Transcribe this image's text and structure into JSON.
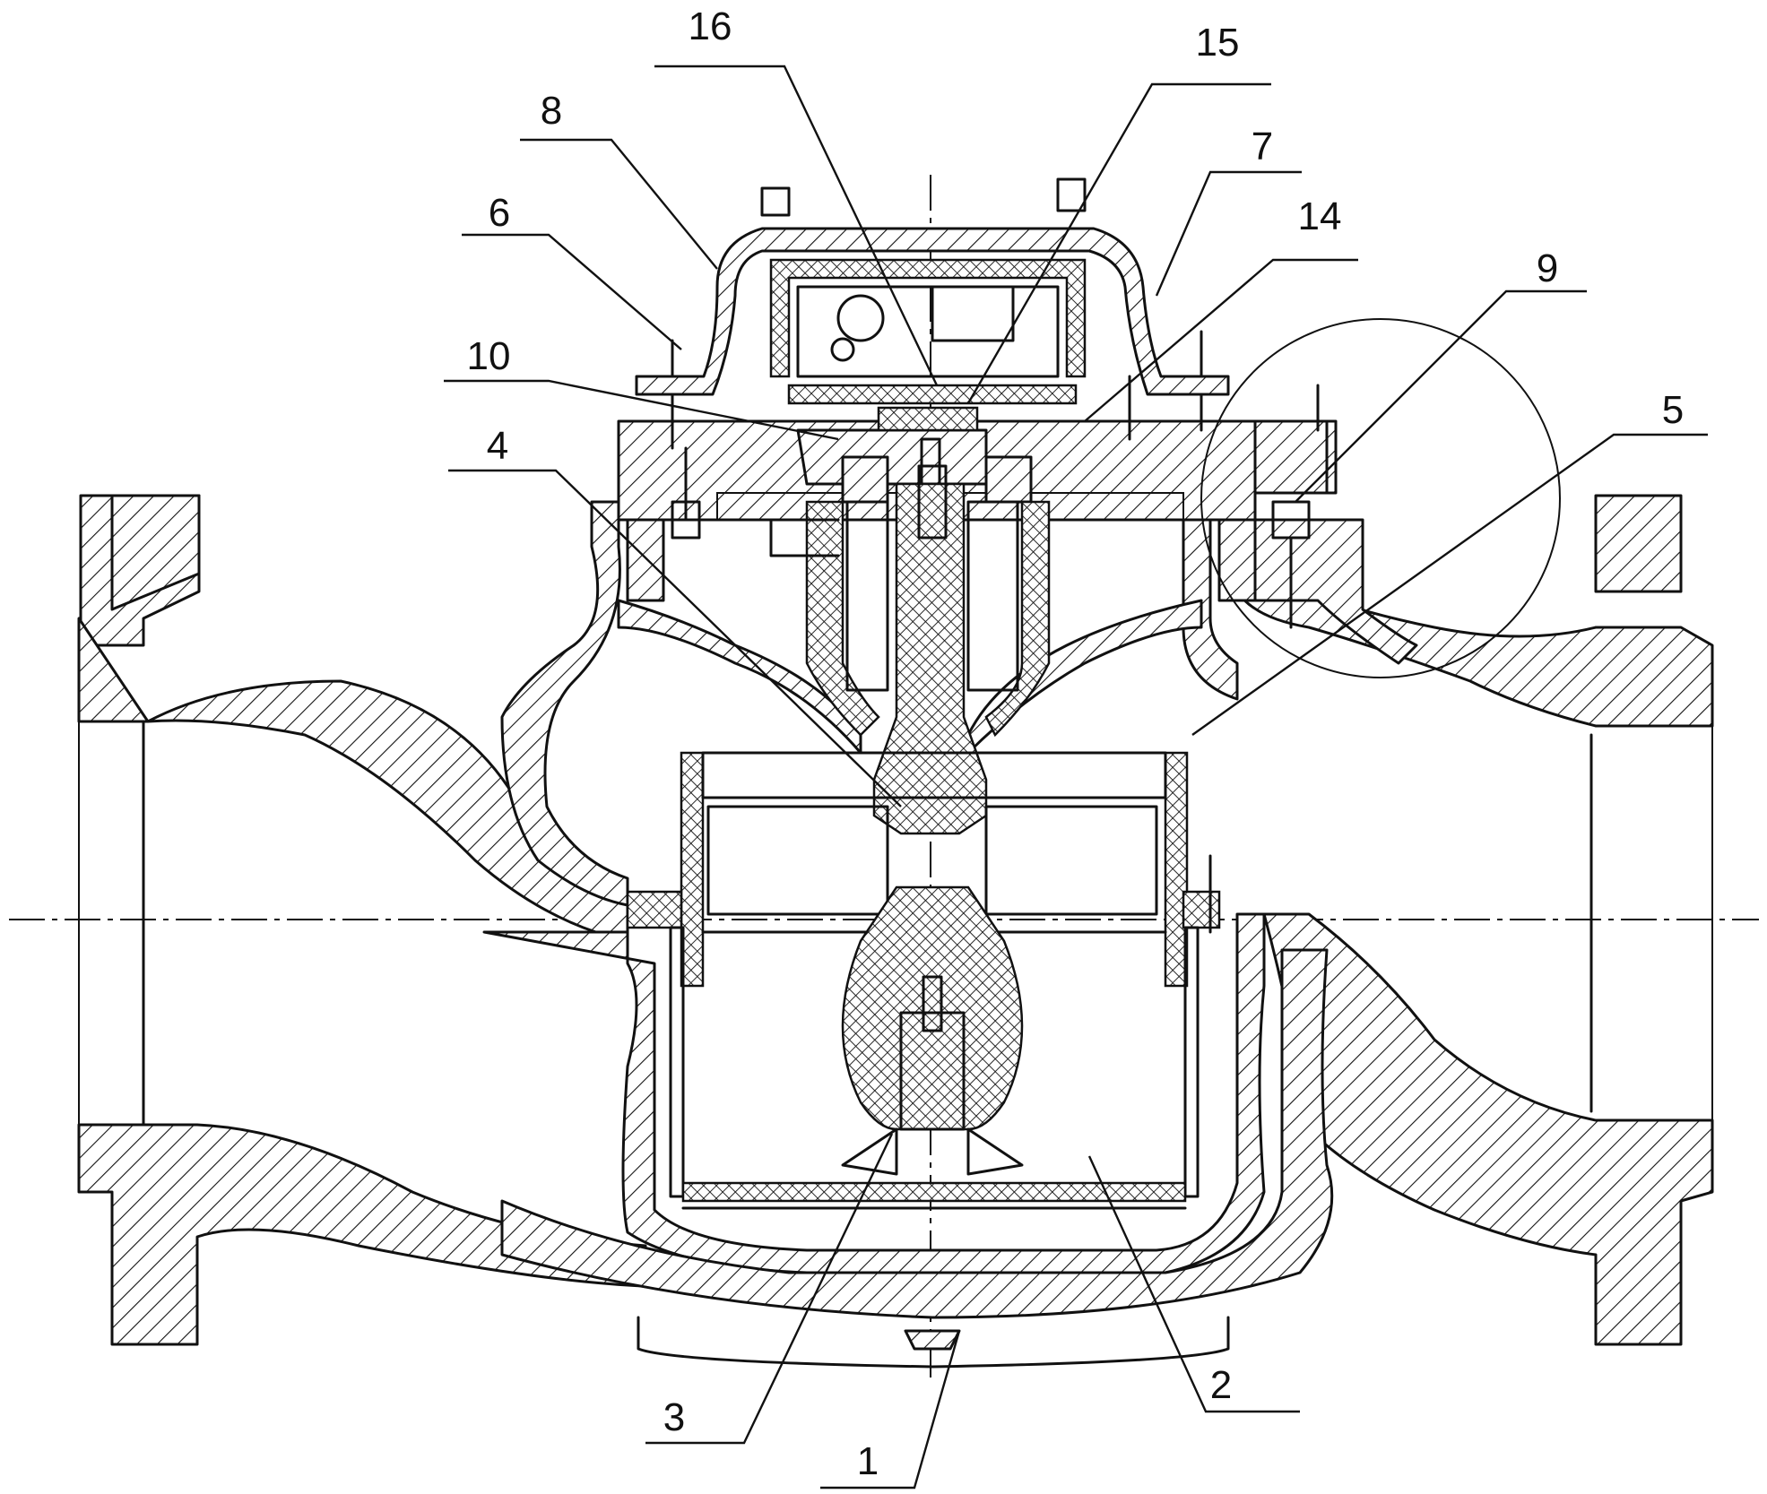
{
  "callouts": [
    {
      "id": "c16",
      "label": "16"
    },
    {
      "id": "c15",
      "label": "15"
    },
    {
      "id": "c8",
      "label": "8"
    },
    {
      "id": "c7",
      "label": "7"
    },
    {
      "id": "c6",
      "label": "6"
    },
    {
      "id": "c14",
      "label": "14"
    },
    {
      "id": "c9",
      "label": "9"
    },
    {
      "id": "c10",
      "label": "10"
    },
    {
      "id": "c5",
      "label": "5"
    },
    {
      "id": "c4",
      "label": "4"
    },
    {
      "id": "c3",
      "label": "3"
    },
    {
      "id": "c2",
      "label": "2"
    },
    {
      "id": "c1",
      "label": "1"
    }
  ]
}
